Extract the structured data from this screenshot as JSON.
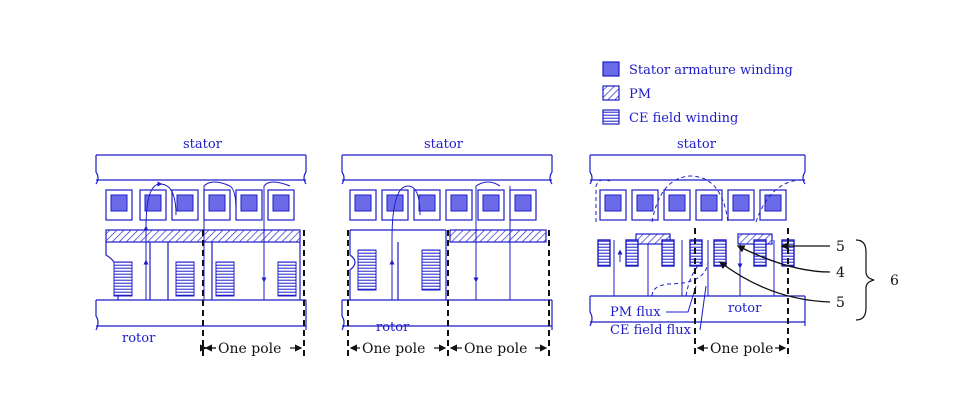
{
  "legend": {
    "stator_winding": "Stator armature winding",
    "pm": "PM",
    "ce_winding": "CE field winding"
  },
  "panels": [
    {
      "stator_label": "stator",
      "rotor_label": "rotor",
      "pole_labels": [
        "One pole"
      ]
    },
    {
      "stator_label": "stator",
      "rotor_label": "rotor",
      "pole_labels": [
        "One pole",
        "One pole"
      ]
    },
    {
      "stator_label": "stator",
      "rotor_label": "rotor",
      "pole_labels": [
        "One pole"
      ],
      "flux_labels": {
        "pm": "PM flux",
        "ce": "CE field flux"
      }
    }
  ],
  "callouts": {
    "top": "5",
    "middle": "4",
    "bottom": "5",
    "group": "6"
  },
  "colors": {
    "line": "#1c1cc8",
    "fill": "#6b6bea",
    "dashed": "#111111"
  }
}
